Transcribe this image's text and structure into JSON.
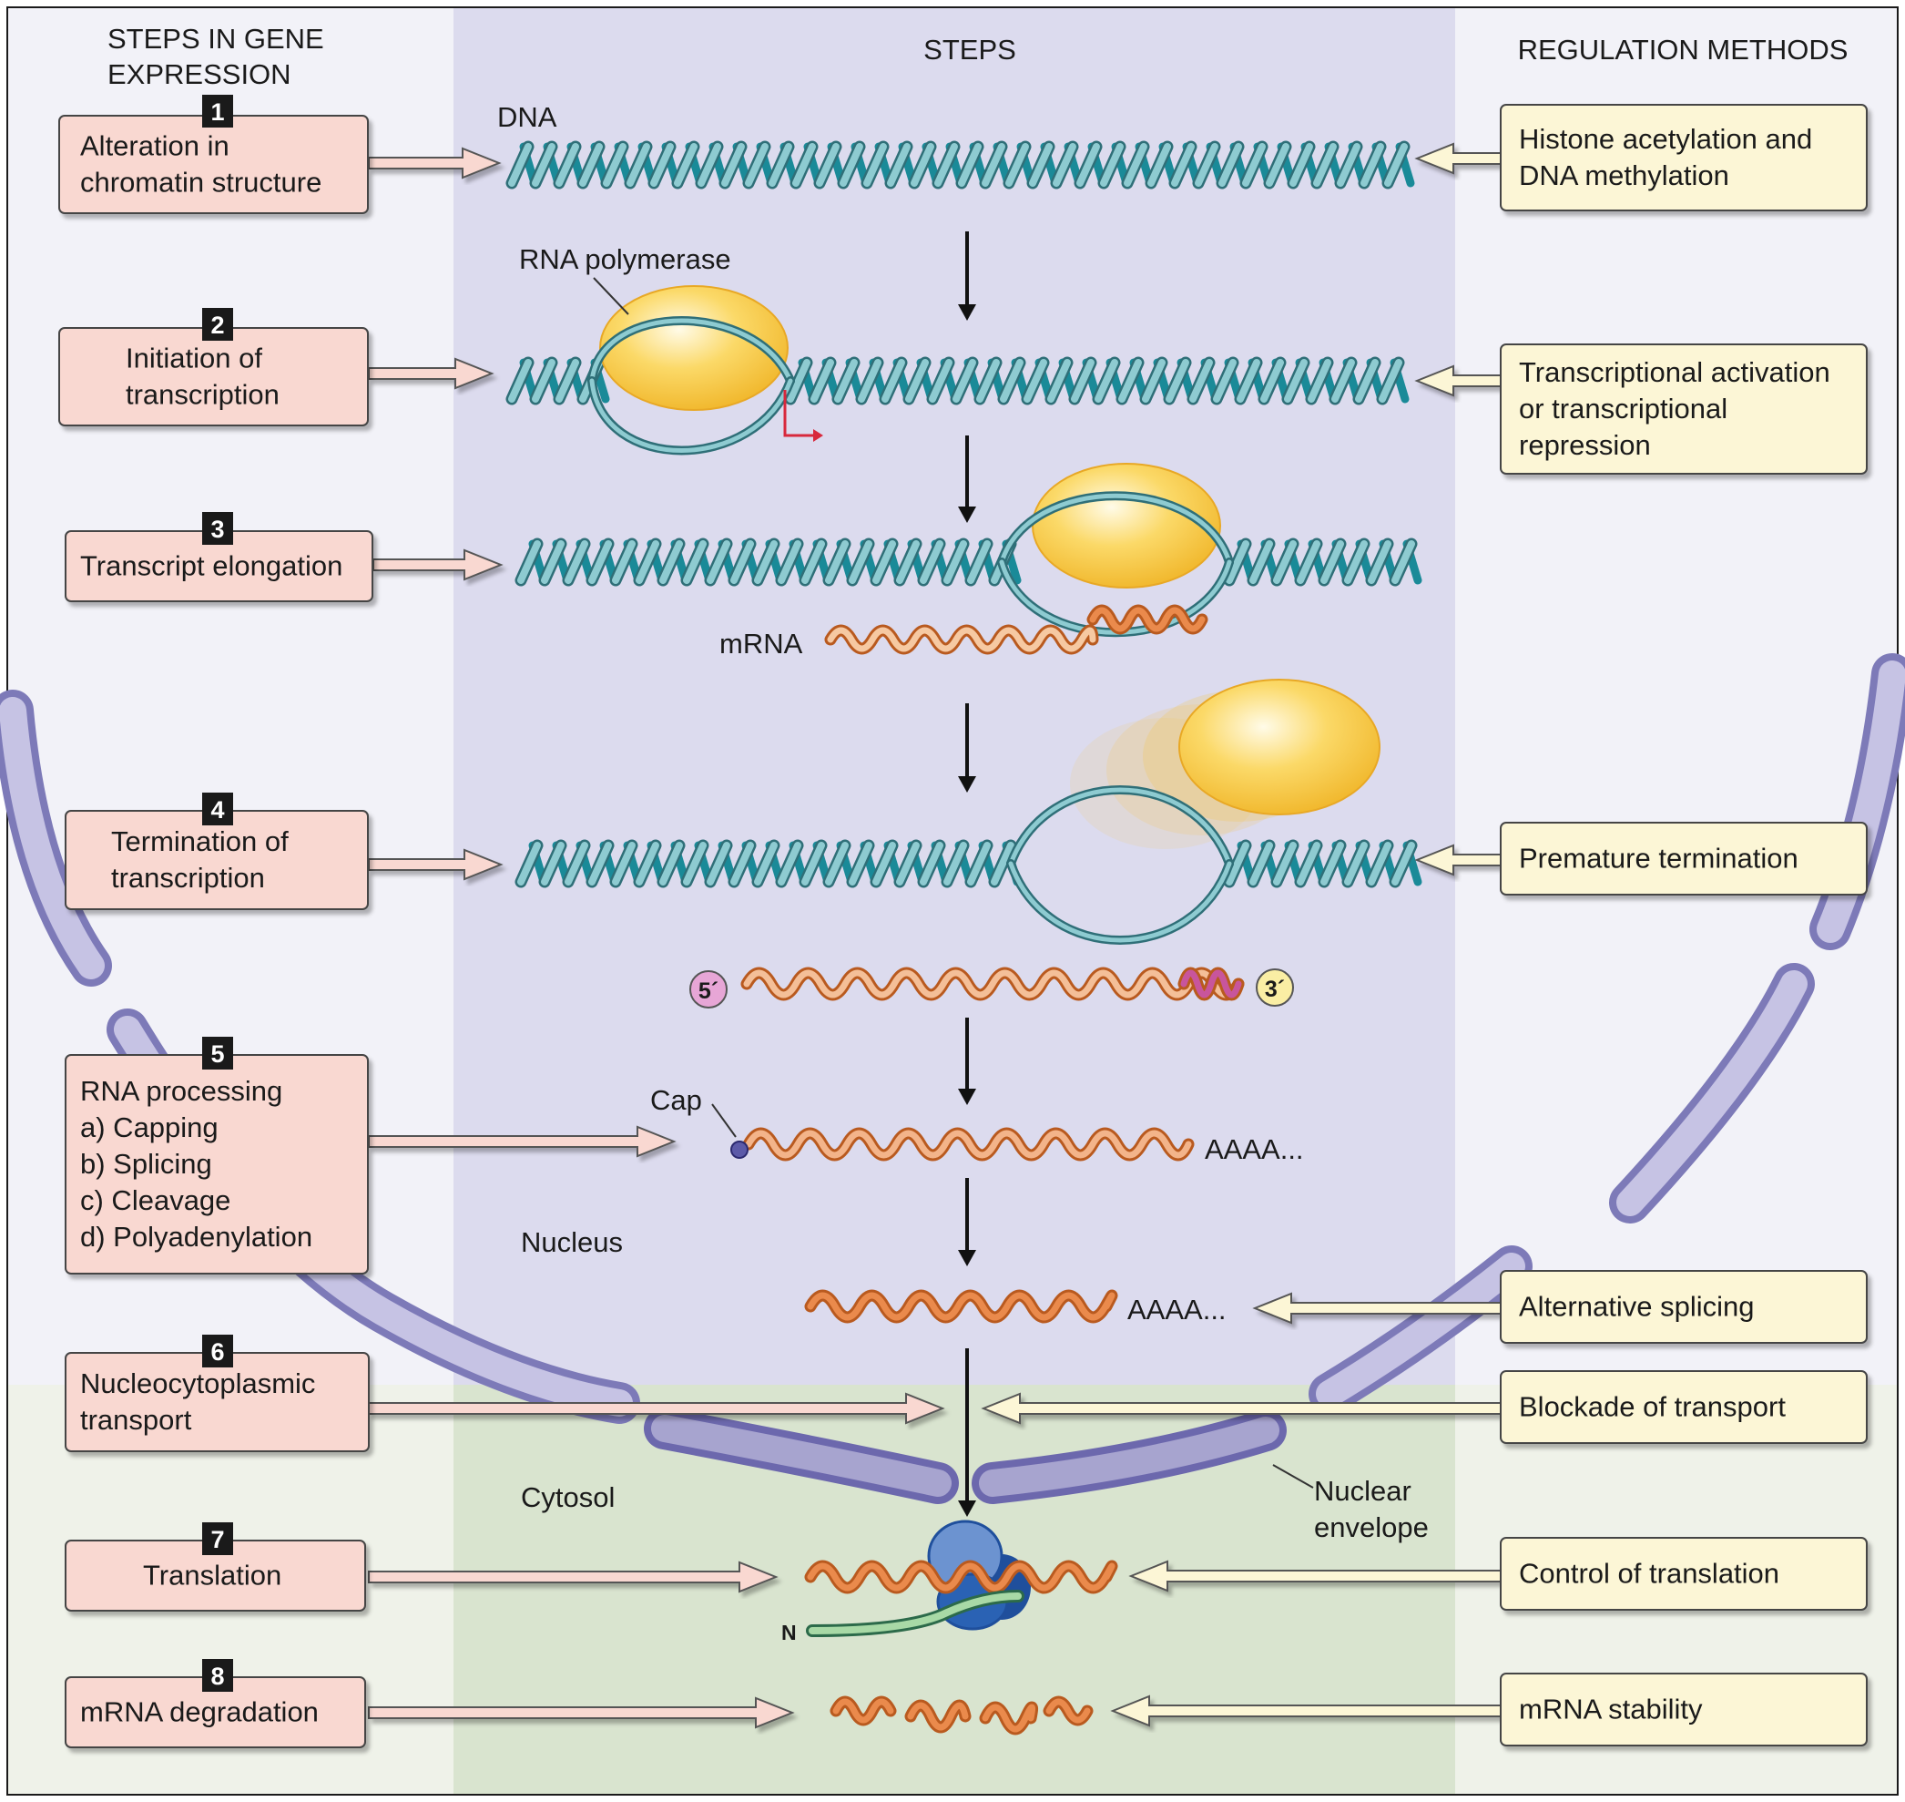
{
  "columns": {
    "left_title_1": "STEPS IN GENE",
    "left_title_2": "EXPRESSION",
    "center_title": "STEPS",
    "right_title": "REGULATION METHODS"
  },
  "steps": [
    {
      "num": "1",
      "lines": [
        "Alteration in",
        "chromatin structure"
      ]
    },
    {
      "num": "2",
      "lines": [
        "Initiation of",
        "transcription"
      ]
    },
    {
      "num": "3",
      "lines": [
        "Transcript elongation"
      ]
    },
    {
      "num": "4",
      "lines": [
        "Termination of",
        "transcription"
      ]
    },
    {
      "num": "5",
      "lines": [
        "RNA processing",
        "a)  Capping",
        "b)  Splicing",
        "c)  Cleavage",
        "d)  Polyadenylation"
      ]
    },
    {
      "num": "6",
      "lines": [
        "Nucleocytoplasmic",
        "transport"
      ]
    },
    {
      "num": "7",
      "lines": [
        "Translation"
      ]
    },
    {
      "num": "8",
      "lines": [
        "mRNA degradation"
      ]
    }
  ],
  "regulation": [
    {
      "lines": [
        "Histone acetylation and",
        "DNA methylation"
      ]
    },
    {
      "lines": [
        "Transcriptional activation",
        "or transcriptional",
        "repression"
      ]
    },
    {
      "lines": [
        "Premature termination"
      ]
    },
    {
      "lines": [
        "Alternative splicing"
      ]
    },
    {
      "lines": [
        "Blockade of transport"
      ]
    },
    {
      "lines": [
        "Control of translation"
      ]
    },
    {
      "lines": [
        "mRNA stability"
      ]
    }
  ],
  "labels": {
    "dna": "DNA",
    "rna_polymerase": "RNA polymerase",
    "mrna": "mRNA",
    "five_prime": "5´",
    "three_prime": "3´",
    "cap": "Cap",
    "polya_1": "AAAA...",
    "polya_2": "AAAA...",
    "nucleus": "Nucleus",
    "cytosol": "Cytosol",
    "nuclear_envelope_1": "Nuclear",
    "nuclear_envelope_2": "envelope",
    "n_terminus": "N"
  },
  "colors": {
    "center_panel": "#dcdbee",
    "side_panel": "#f2f2f8",
    "cytosol_panel": "#d9e4cf",
    "cytosol_side": "#eff2e9",
    "step_box": "#f9d8d1",
    "regulation_box": "#fcf6d6",
    "dna_light": "#8ecbd1",
    "dna_dark": "#1a8a98",
    "polymerase": "#f7c33c",
    "mrna": "#ea8a4c",
    "envelope": "#a7a4cf",
    "number_badge": "#1a1a1a"
  }
}
